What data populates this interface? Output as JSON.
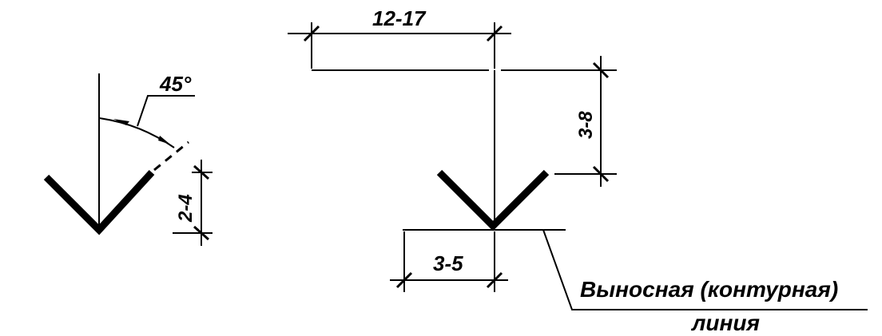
{
  "colors": {
    "ink": "#000000",
    "background": "#ffffff"
  },
  "left_sign": {
    "angle_label": "45°",
    "depth_label": "2-4"
  },
  "right_sign": {
    "width_label": "12-17",
    "height_label": "3-8",
    "gap_label": "3-5"
  },
  "callout": {
    "line1": "Выносная (контурная)",
    "line2": "линия"
  }
}
